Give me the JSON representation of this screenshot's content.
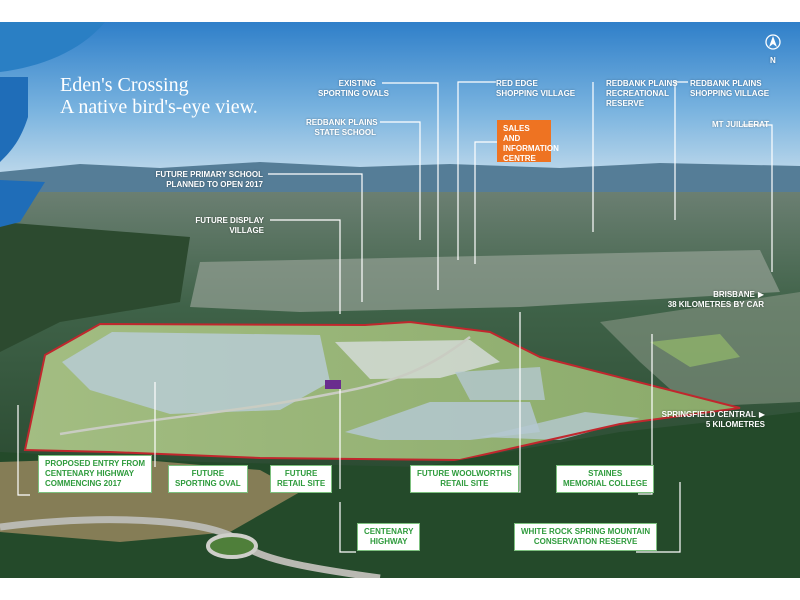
{
  "title": {
    "line1": "Eden's Crossing",
    "line2": "A native bird's-eye view."
  },
  "compass": {
    "letter": "N",
    "icon": "north-arrow-icon"
  },
  "labels": {
    "existing_sporting_ovals": [
      "EXISTING",
      "SPORTING OVALS"
    ],
    "redbank_plains_state_school": [
      "REDBANK PLAINS",
      "STATE SCHOOL"
    ],
    "red_edge_shopping_village": [
      "RED EDGE",
      "SHOPPING VILLAGE"
    ],
    "sales_and_information_centre": [
      "SALES AND",
      "INFORMATION",
      "CENTRE"
    ],
    "redbank_plains_recreational_reserve": [
      "REDBANK PLAINS",
      "RECREATIONAL",
      "RESERVE"
    ],
    "redbank_plains_shopping_village": [
      "REDBANK PLAINS",
      "SHOPPING VILLAGE"
    ],
    "mt_juillerat": [
      "MT JUILLERAT"
    ],
    "future_primary_school": [
      "FUTURE PRIMARY SCHOOL",
      "PLANNED TO OPEN 2017"
    ],
    "future_display_village": [
      "FUTURE DISPLAY",
      "VILLAGE"
    ],
    "brisbane": [
      "BRISBANE",
      "38 KILOMETRES BY CAR"
    ],
    "springfield_central": [
      "SPRINGFIELD CENTRAL",
      "5 KILOMETRES"
    ]
  },
  "boxes": {
    "proposed_entry": [
      "PROPOSED ENTRY FROM",
      "CENTENARY HIGHWAY",
      "COMMENCING 2017"
    ],
    "future_sporting_oval": [
      "FUTURE",
      "SPORTING OVAL"
    ],
    "future_retail_site": [
      "FUTURE",
      "RETAIL SITE"
    ],
    "future_woolworths": [
      "FUTURE WOOLWORTHS",
      "RETAIL SITE"
    ],
    "staines_memorial_college": [
      "STAINES",
      "MEMORIAL COLLEGE"
    ],
    "centenary_highway": [
      "CENTENARY",
      "HIGHWAY"
    ],
    "white_rock": [
      "WHITE ROCK SPRING MOUNTAIN",
      "CONSERVATION RESERVE"
    ]
  },
  "colors": {
    "boundary": "#c0272d",
    "sales_centre": "#ee7322",
    "box_text": "#2e9b3c",
    "brand": "#2a7fc4",
    "retail_site": "#6a2c8e"
  }
}
